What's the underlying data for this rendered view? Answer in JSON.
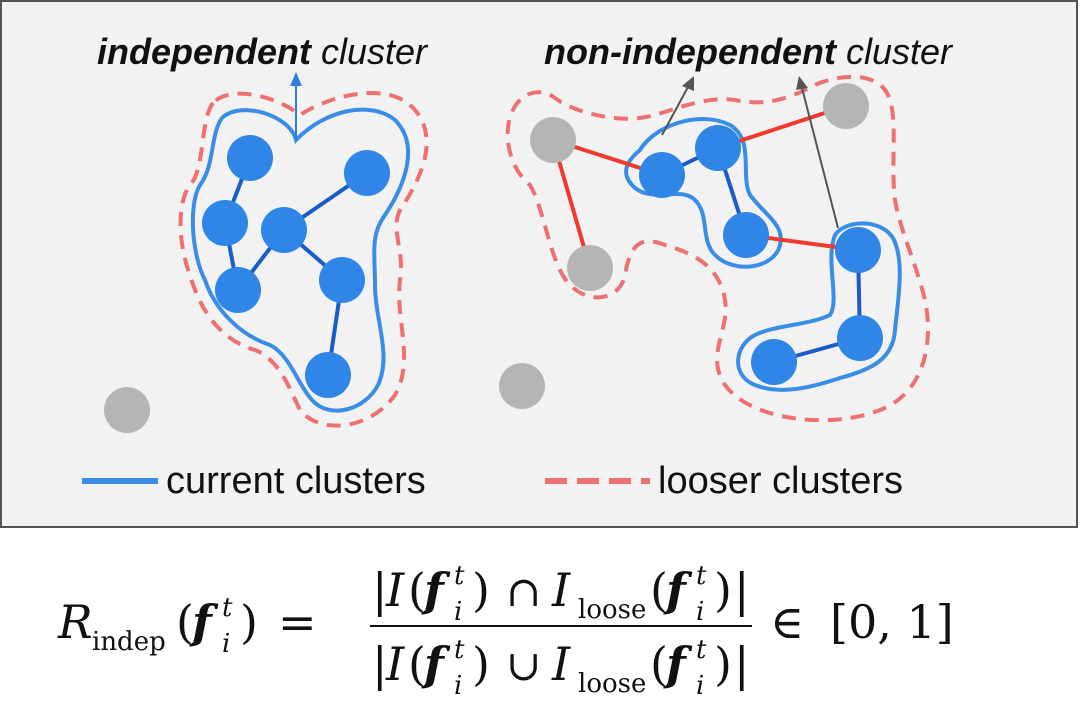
{
  "labels": {
    "independent_bold": "independent",
    "independent_rest": " cluster",
    "nonindependent_bold": "non-independent",
    "nonindependent_rest": " cluster"
  },
  "legend": {
    "current": "current clusters",
    "looser": "looser clusters"
  },
  "formula": {
    "lhs_symbol": "R",
    "lhs_sub": "indep",
    "f": "f",
    "i": "i",
    "t": "t",
    "I": "I",
    "loose": "loose",
    "cap": "∩",
    "cup": "∪",
    "equals": "=",
    "in": "∈",
    "range": "[0, 1]"
  },
  "colors": {
    "panel_bg": "#f2f2f2",
    "panel_border": "#555555",
    "node_blue": "#2f86e6",
    "edge_blue": "#1a5cc8",
    "outline_blue": "#3a8de6",
    "node_gray": "#b5b5b5",
    "edge_red": "#f03a2e",
    "dash_red": "#ee7070",
    "arrow_blue": "#2f7fd8",
    "arrow_gray": "#555555"
  }
}
